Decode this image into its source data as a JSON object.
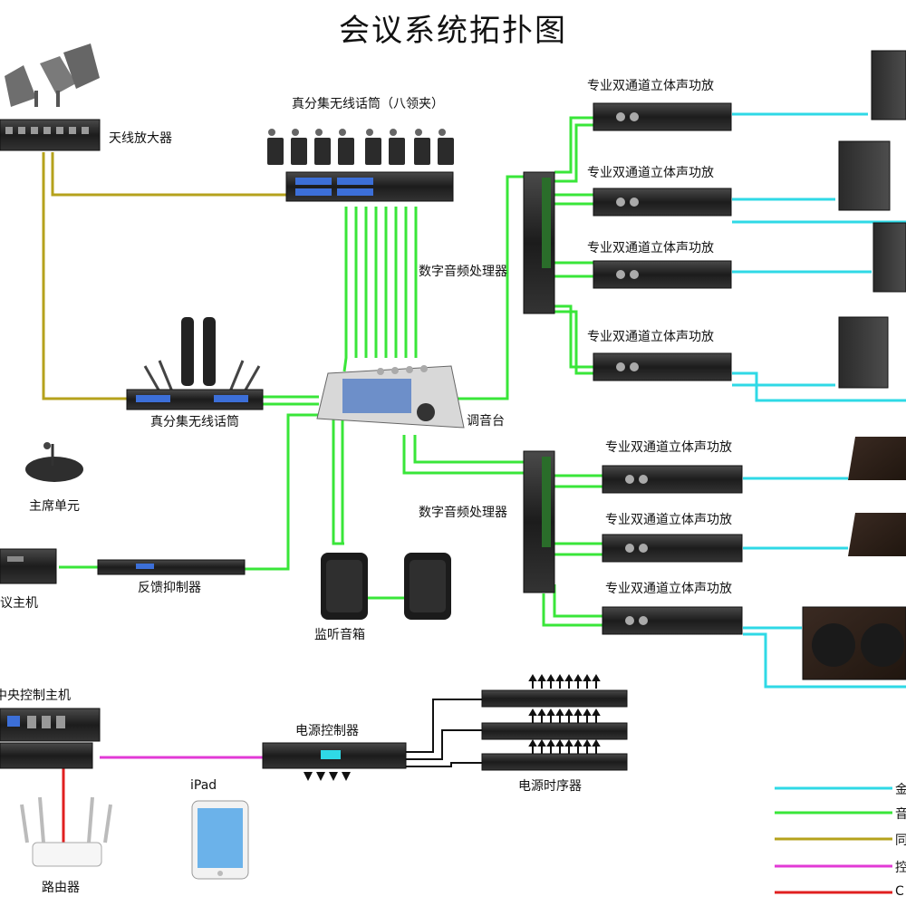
{
  "title": "会议系统拓扑图",
  "labels": {
    "antenna_amp": "天线放大器",
    "wireless_lapel": "真分集无线话筒（八领夹）",
    "wireless_handheld": "真分集无线话筒",
    "chair_unit": "主席单元",
    "conf_host": "议主机",
    "feedback_suppressor": "反馈抑制器",
    "monitor_speaker": "监听音箱",
    "mixer": "调音台",
    "dsp_top": "数字音频处理器",
    "dsp_bottom": "数字音频处理器",
    "amp_1": "专业双通道立体声功放",
    "amp_2": "专业双通道立体声功放",
    "amp_3": "专业双通道立体声功放",
    "amp_4": "专业双通道立体声功放",
    "amp_5": "专业双通道立体声功放",
    "amp_6": "专业双通道立体声功放",
    "amp_7": "专业双通道立体声功放",
    "central_control": "中央控制主机",
    "power_controller": "电源控制器",
    "power_sequencer": "电源时序器",
    "ipad": "iPad",
    "router": "路由器"
  },
  "legend": [
    {
      "text": "金",
      "color": "#2fd9e6"
    },
    {
      "text": "音",
      "color": "#39e639"
    },
    {
      "text": "同",
      "color": "#b5a21c"
    },
    {
      "text": "控",
      "color": "#e23ad6"
    },
    {
      "text": "C",
      "color": "#e02020"
    }
  ],
  "colors": {
    "speaker_line": "#2fd9e6",
    "audio_line": "#39e639",
    "coax_line": "#b5a21c",
    "control_line": "#e23ad6",
    "network_line": "#e02020",
    "power_line": "#111111"
  }
}
